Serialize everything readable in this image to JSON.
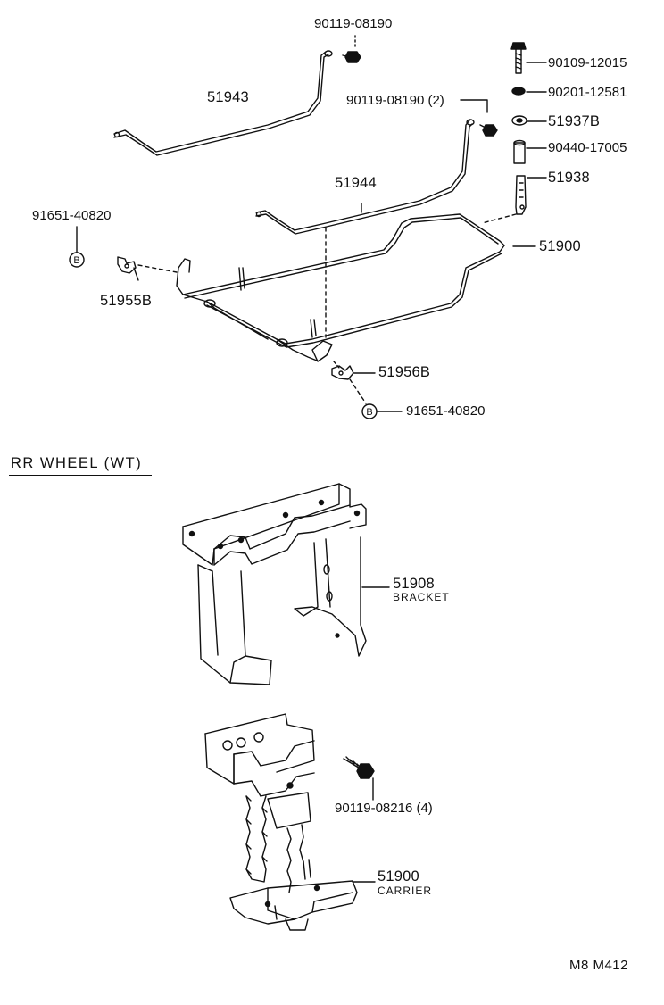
{
  "upper_assembly": {
    "parts": {
      "p_90119_08190_a": "90119-08190",
      "p_90109_12015": "90109-12015",
      "p_90201_12581": "90201-12581",
      "p_51943": "51943",
      "p_90119_08190_b": "90119-08190 (2)",
      "p_51937b": "51937B",
      "p_90440_17005": "90440-17005",
      "p_51938": "51938",
      "p_51944": "51944",
      "p_91651_40820_a": "91651-40820",
      "p_51900": "51900",
      "p_51955b": "51955B",
      "p_51956b": "51956B",
      "p_91651_40820_b": "91651-40820"
    },
    "circle_marker": "B"
  },
  "section": {
    "title": "RR  WHEEL (WT)"
  },
  "lower_assembly": {
    "p_51908": "51908",
    "p_51908_desc": "BRACKET",
    "p_90119_08216": "90119-08216 (4)",
    "p_51900": "51900",
    "p_51900_desc": "CARRIER"
  },
  "footer": {
    "reference": "M8  M412"
  }
}
